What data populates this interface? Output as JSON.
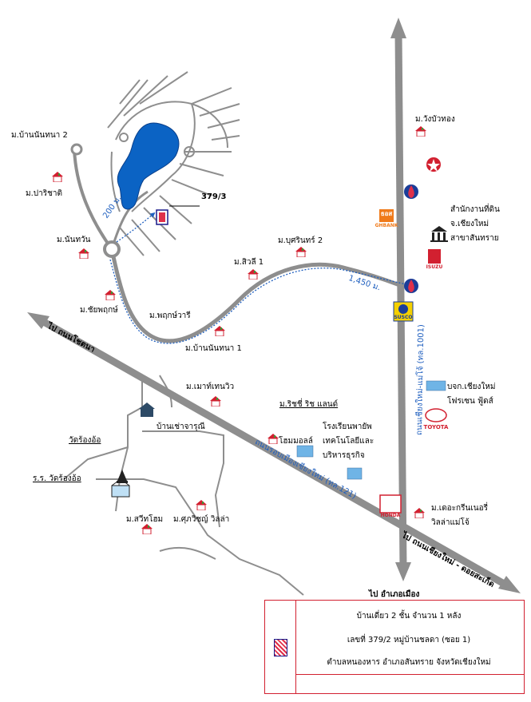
{
  "map": {
    "title": "",
    "places": {
      "ban_nanthana_2_north": "ม.บ้านนันทนา 2",
      "parichat": "ม.ปาริชาติ",
      "nanthawan": "ม.นันทวัน",
      "chaiyaphruek": "ม.ชัยพฤกษ์",
      "phrueksawaree": "ม.พฤกษ์วารี",
      "ban_nanthana_1": "ม.บ้านนันทนา 1",
      "sirlee_1": "ม.สิวลี 1",
      "bussarin_2": "ม.บุศรินทร์ 2",
      "wang_bua_thong": "ม.วังบัวทอง",
      "plot_number": "379/3",
      "distance_200": "200 ม.",
      "distance_1450": "1,450 ม.",
      "land_office_line1": "สำนักงานที่ดิน",
      "land_office_line2": "จ.เชียงใหม่",
      "land_office_line3": "สาขาสันทราย",
      "to_doi_saket": "ไป ถนนโชตนา",
      "mountain_view": "ม.เมาท์เทนวิว",
      "ban_chao_charun": "บ้านเช่าจารุณี",
      "rich_land": "ม.ริชชี่ ริช แลนด์",
      "home_mall": "โฮมมอลล์",
      "school_line1": "โรงเรียนพายัพ",
      "school_line2": "เทคโนโลยีและ",
      "school_line3": "บริหารธุรกิจ",
      "wat_rong_or": "วัดร้องอ้อ",
      "school_wat": "ร.ร. วัดร้องอ้อ",
      "sweet_home": "ม.สวีทโฮม",
      "supawich_villa": "ม.ศุภวิชญ์ วิลล่า",
      "frozen_line1": "บจก.เชียงใหม่",
      "frozen_line2": "โฟรเซน ฟู้ดส์",
      "green_nery_line1": "ม.เดอะกรีนเนอรี่",
      "green_nery_line2": "วิลล่าแม่โจ้",
      "road_bypass": "ถนนรอบเมืองเชียงใหม่ (ทล.121)",
      "road_chiangmai_maejo": "ถนนเชียงใหม่-แม่โจ้ (ทล.1001)",
      "to_doi_saket_se": "ไป ถนนเชียงใหม่ - ดอยสะเก็ด",
      "to_amphoe_mueang": "ไป อำเภอเมือง",
      "dhipaya": "ธอส",
      "dhipaya_sub": "GHBANK",
      "isuzu": "ISUZU",
      "susco": "SUSCO",
      "toyota": "TOYOTA",
      "honda": "HONDA"
    },
    "legend": {
      "line1": "บ้านเดี่ยว 2 ชั้น จำนวน 1 หลัง",
      "line2": "เลขที่ 379/2  หมู่บ้านชลดา (ซอย 1)",
      "line3": "ตำบลหนองหาร อำเภอสันทราย จังหวัดเชียงใหม่"
    },
    "colors": {
      "highway": "#8e8e8e",
      "road": "#8e8e8e",
      "route": "#1f5fbf",
      "lake": "#0b63c4",
      "legend_border": "#d22030"
    }
  }
}
